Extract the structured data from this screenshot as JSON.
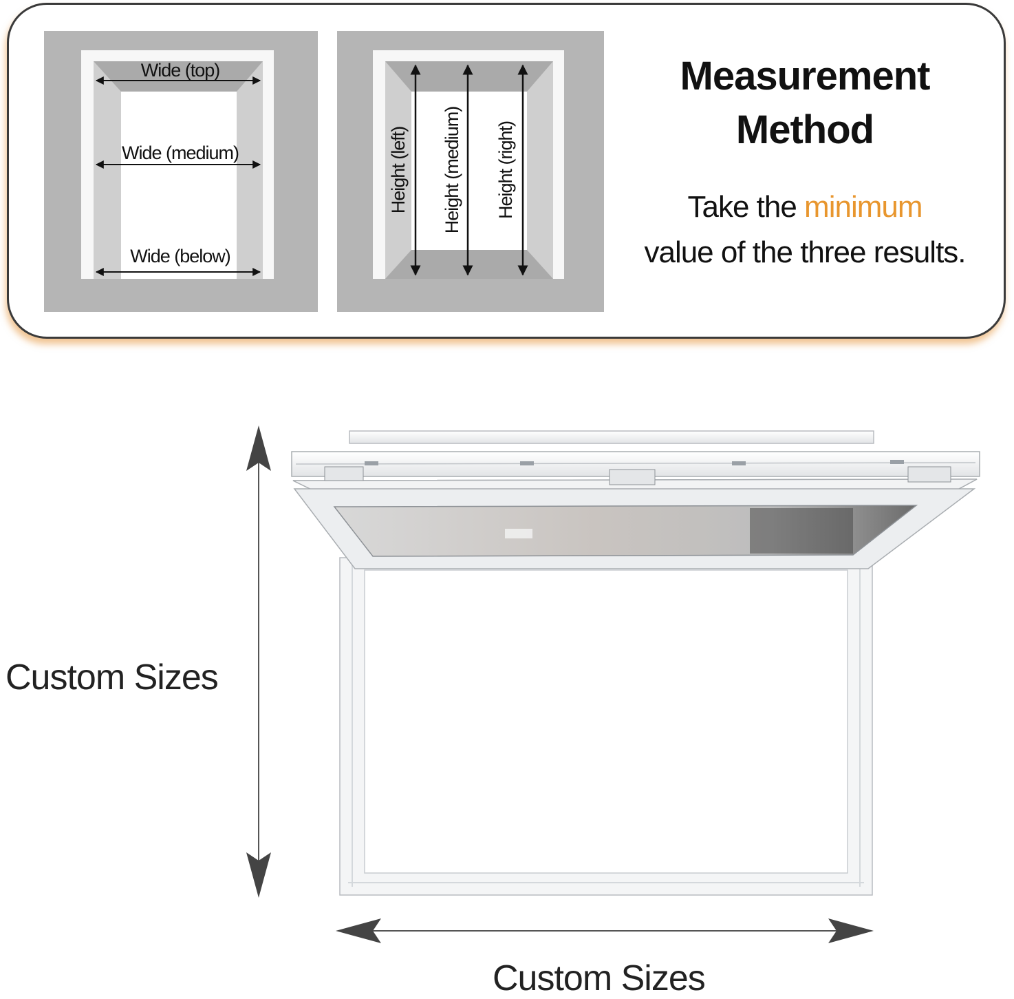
{
  "measurement": {
    "title_line1": "Measurement",
    "title_line2": "Method",
    "instruction_part1": "Take the ",
    "instruction_highlight": "minimum",
    "instruction_part2": "value of the three results.",
    "highlight_color": "#e8962e"
  },
  "width_diagram": {
    "labels": [
      "Wide (top)",
      "Wide (medium)",
      "Wide (below)"
    ]
  },
  "height_diagram": {
    "labels": [
      "Height (left)",
      "Height (medium)",
      "Height (right)"
    ]
  },
  "product": {
    "height_label": "Custom Sizes",
    "width_label": "Custom Sizes"
  }
}
